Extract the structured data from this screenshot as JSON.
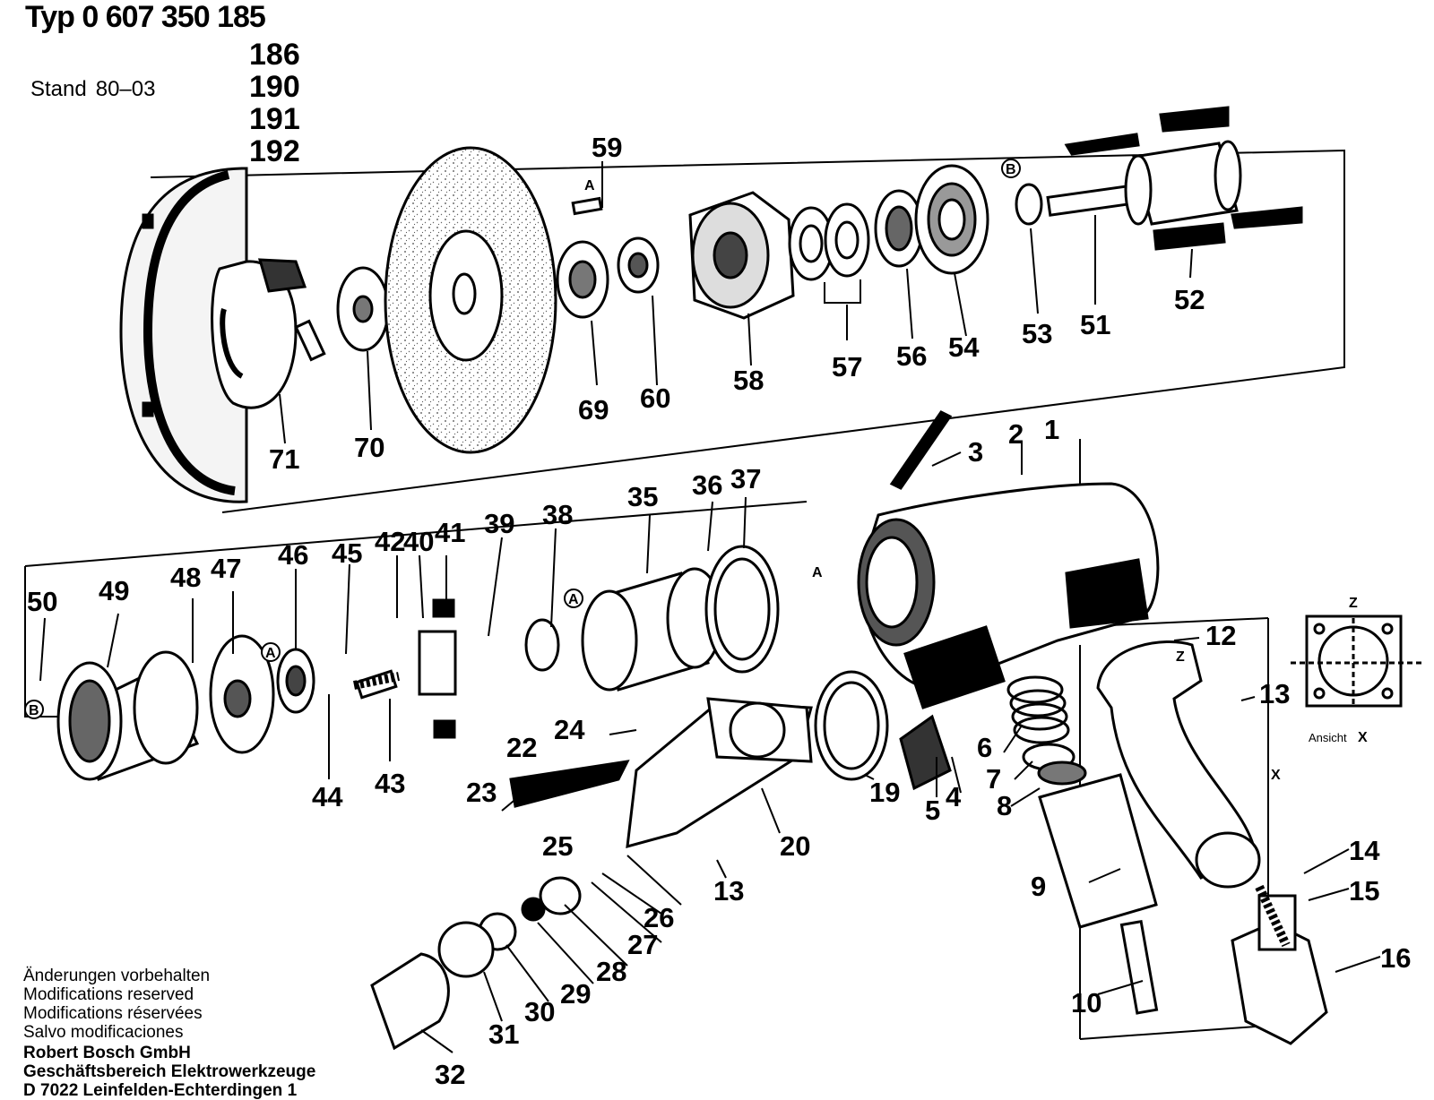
{
  "header": {
    "type_label": "Typ 0 607 350 185",
    "variants": [
      "186",
      "190",
      "191",
      "192"
    ],
    "stand_label": "Stand",
    "stand_value": "80–03"
  },
  "footer": {
    "notes": [
      "Änderungen vorbehalten",
      "Modifications reserved",
      "Modifications réservées",
      "Salvo modificaciones"
    ],
    "company": [
      "Robert Bosch GmbH",
      "Geschäftsbereich Elektrowerkzeuge",
      "D 7022 Leinfelden-Echterdingen 1"
    ]
  },
  "markers": {
    "a": "A",
    "b": "B",
    "z": "Z",
    "x": "X",
    "view_label": "Ansicht",
    "view_letter": "X"
  },
  "parts": [
    "1",
    "2",
    "3",
    "4",
    "5",
    "6",
    "7",
    "8",
    "9",
    "10",
    "12",
    "13",
    "13",
    "14",
    "15",
    "16",
    "19",
    "20",
    "22",
    "23",
    "24",
    "25",
    "26",
    "27",
    "28",
    "29",
    "30",
    "31",
    "32",
    "35",
    "36",
    "37",
    "38",
    "39",
    "40",
    "41",
    "42",
    "43",
    "44",
    "45",
    "46",
    "47",
    "48",
    "49",
    "50",
    "51",
    "52",
    "53",
    "54",
    "56",
    "57",
    "58",
    "59",
    "60",
    "69",
    "70",
    "71"
  ]
}
